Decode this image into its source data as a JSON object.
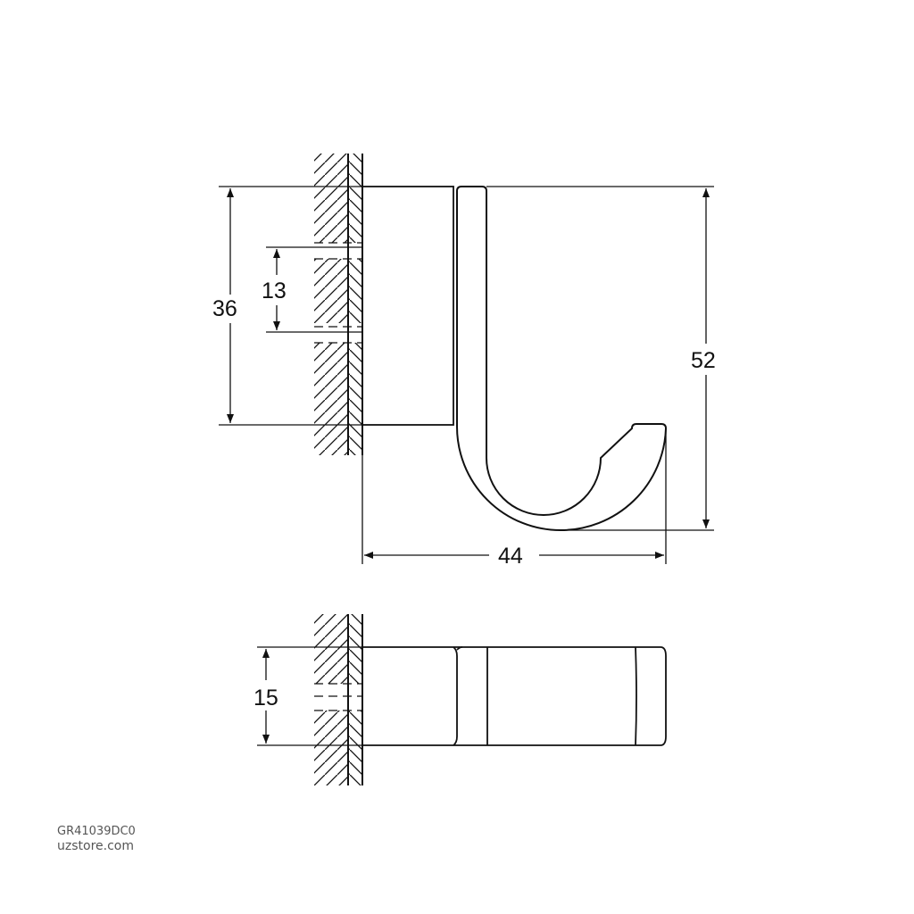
{
  "drawing": {
    "title": "Robe hook technical drawing",
    "views": [
      "front-view",
      "side-view"
    ],
    "line_color": "#111111",
    "background": "#ffffff"
  },
  "dimensions": {
    "overall_height_plate": "36",
    "screw_spacing": "13",
    "overall_height_hook": "52",
    "projection_depth": "44",
    "width": "15"
  },
  "footer": {
    "product_code": "GR41039DC0",
    "website": "uzstore.com"
  }
}
